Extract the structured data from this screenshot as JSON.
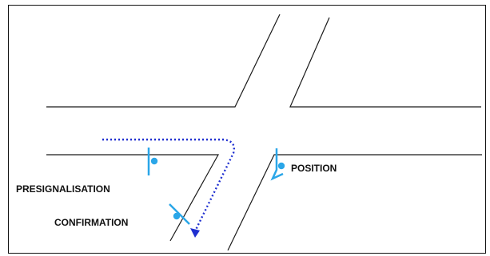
{
  "diagram": {
    "labels": {
      "presignalisation": "PRESIGNALISATION",
      "confirmation": "CONFIRMATION",
      "position": "POSITION"
    },
    "colors": {
      "road_lines": "#1a1a1a",
      "signs": "#2aa6e8",
      "route": "#1f2fd0",
      "frame": "#111111"
    },
    "icons": {
      "sign_marker": "signpost-icon",
      "route_arrow": "dotted-arrow-icon"
    }
  }
}
